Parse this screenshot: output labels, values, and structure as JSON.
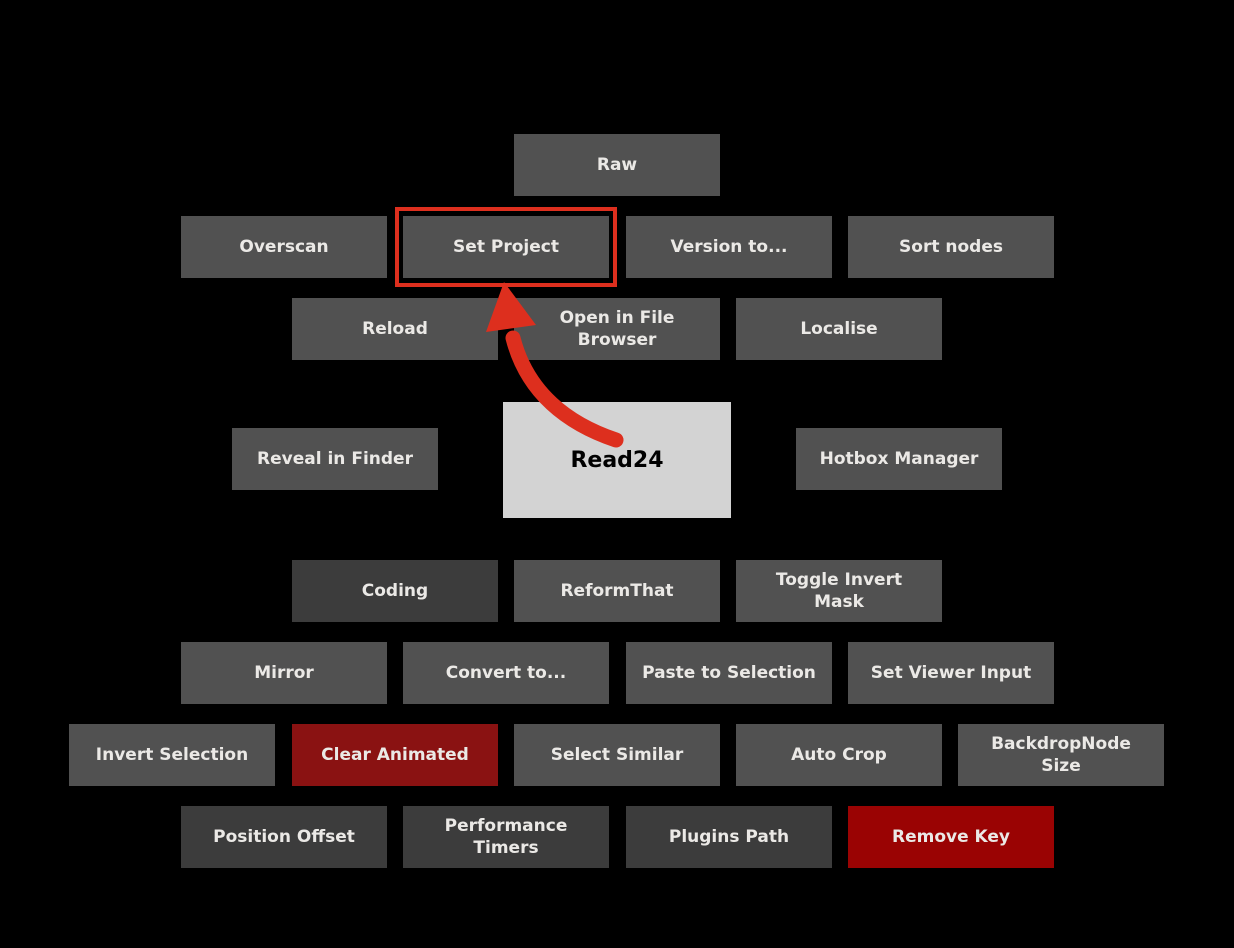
{
  "app": {
    "name": "Hotbox node menu"
  },
  "colors": {
    "background": "#000000",
    "button_bg": "#515151",
    "button_bg_dark": "#3c3c3c",
    "button_red_dark": "#8a1212",
    "button_red_bright": "#9a0303",
    "button_text": "#ebe9e6",
    "center_bg": "#d3d3d3",
    "center_text": "#000000",
    "highlight": "#dd2f1e",
    "arrow": "#dd2f1e"
  },
  "center_node": {
    "label": "Read24"
  },
  "highlight": {
    "target": "Set Project"
  },
  "buttons": [
    {
      "label": "Raw"
    },
    {
      "label": "Overscan"
    },
    {
      "label": "Set Project"
    },
    {
      "label": "Version to..."
    },
    {
      "label": "Sort nodes"
    },
    {
      "label": "Reload"
    },
    {
      "label": "Open in File\nBrowser"
    },
    {
      "label": "Localise"
    },
    {
      "label": "Reveal in Finder"
    },
    {
      "label": "Hotbox Manager"
    },
    {
      "label": "Coding"
    },
    {
      "label": "ReformThat"
    },
    {
      "label": "Toggle Invert\nMask"
    },
    {
      "label": "Mirror"
    },
    {
      "label": "Convert to..."
    },
    {
      "label": "Paste to Selection"
    },
    {
      "label": "Set Viewer Input"
    },
    {
      "label": "Invert Selection"
    },
    {
      "label": "Clear Animated"
    },
    {
      "label": "Select Similar"
    },
    {
      "label": "Auto Crop"
    },
    {
      "label": "BackdropNode\nSize"
    },
    {
      "label": "Position Offset"
    },
    {
      "label": "Performance\nTimers"
    },
    {
      "label": "Plugins Path"
    },
    {
      "label": "Remove Key"
    }
  ]
}
